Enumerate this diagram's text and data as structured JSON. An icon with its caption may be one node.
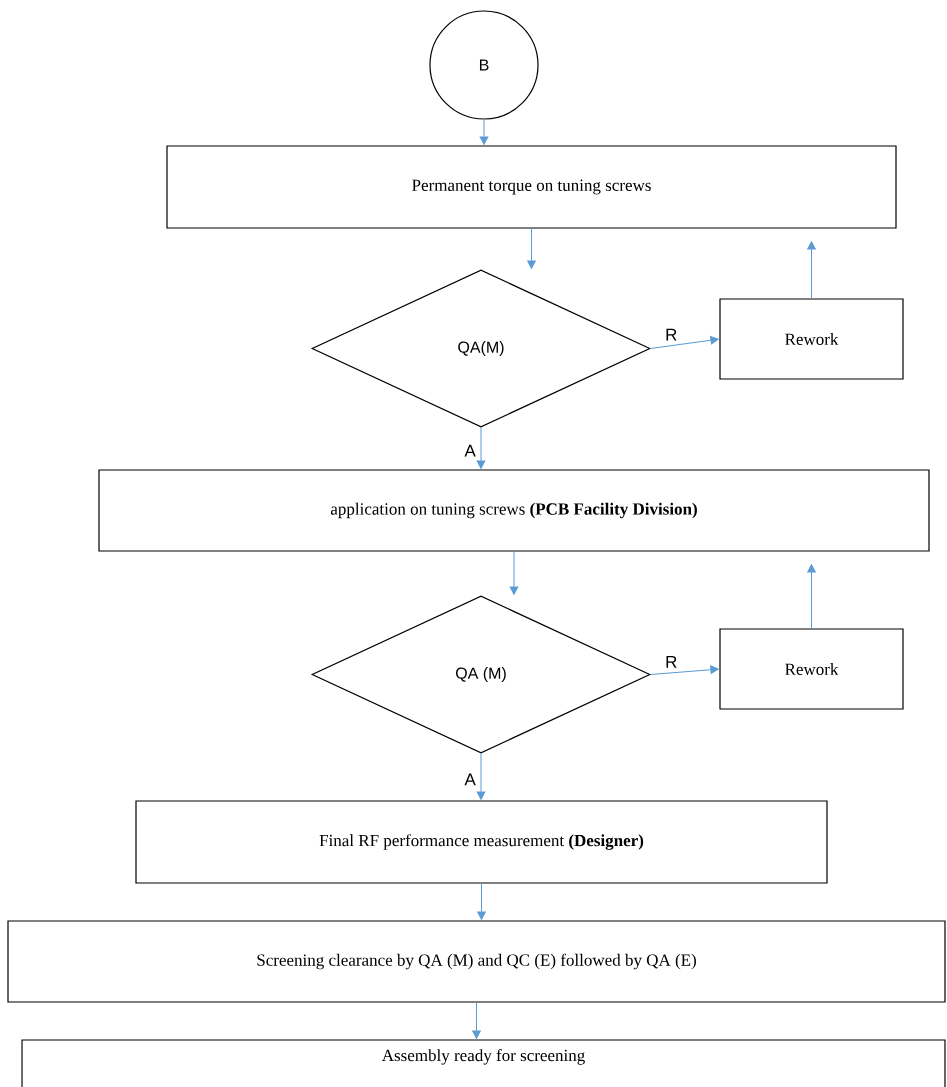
{
  "diagram": {
    "nodes": [
      {
        "text": [
          "B"
        ]
      },
      {
        "text": [
          "Permanent torque on tuning screws"
        ]
      },
      {
        "text": [
          "QA(M)"
        ]
      },
      {
        "text": [
          "Rework"
        ]
      },
      {
        "text": [
          "application on tuning screws **(PCB Facility Division)**"
        ]
      },
      {
        "text": [
          "QA (M)"
        ]
      },
      {
        "text": [
          "Rework"
        ]
      },
      {
        "text": [
          "Final RF performance measurement **(Designer)**"
        ]
      },
      {
        "text": [
          "Screening clearance by QA (M) and QC (E) followed by QA (E)"
        ]
      },
      {
        "text": [
          "Assembly ready for screening"
        ]
      }
    ],
    "edges": [
      {
        "from": 0,
        "to": 1,
        "arrow": "to"
      },
      {
        "from": 1,
        "to": 2,
        "arrow": "to"
      },
      {
        "from": 2,
        "to": 3,
        "arrow": "to",
        "label": "R"
      },
      {
        "from": 3,
        "to": 1,
        "arrow": "to"
      },
      {
        "from": 2,
        "to": 4,
        "arrow": "to",
        "label": "A"
      },
      {
        "from": 4,
        "to": 5,
        "arrow": "to"
      },
      {
        "from": 5,
        "to": 6,
        "arrow": "to",
        "label": "R"
      },
      {
        "from": 6,
        "to": 4,
        "arrow": "to"
      },
      {
        "from": 5,
        "to": 7,
        "arrow": "to",
        "label": "A"
      },
      {
        "from": 7,
        "to": 8,
        "arrow": "to"
      },
      {
        "from": 8,
        "to": 9,
        "arrow": "to"
      }
    ]
  }
}
